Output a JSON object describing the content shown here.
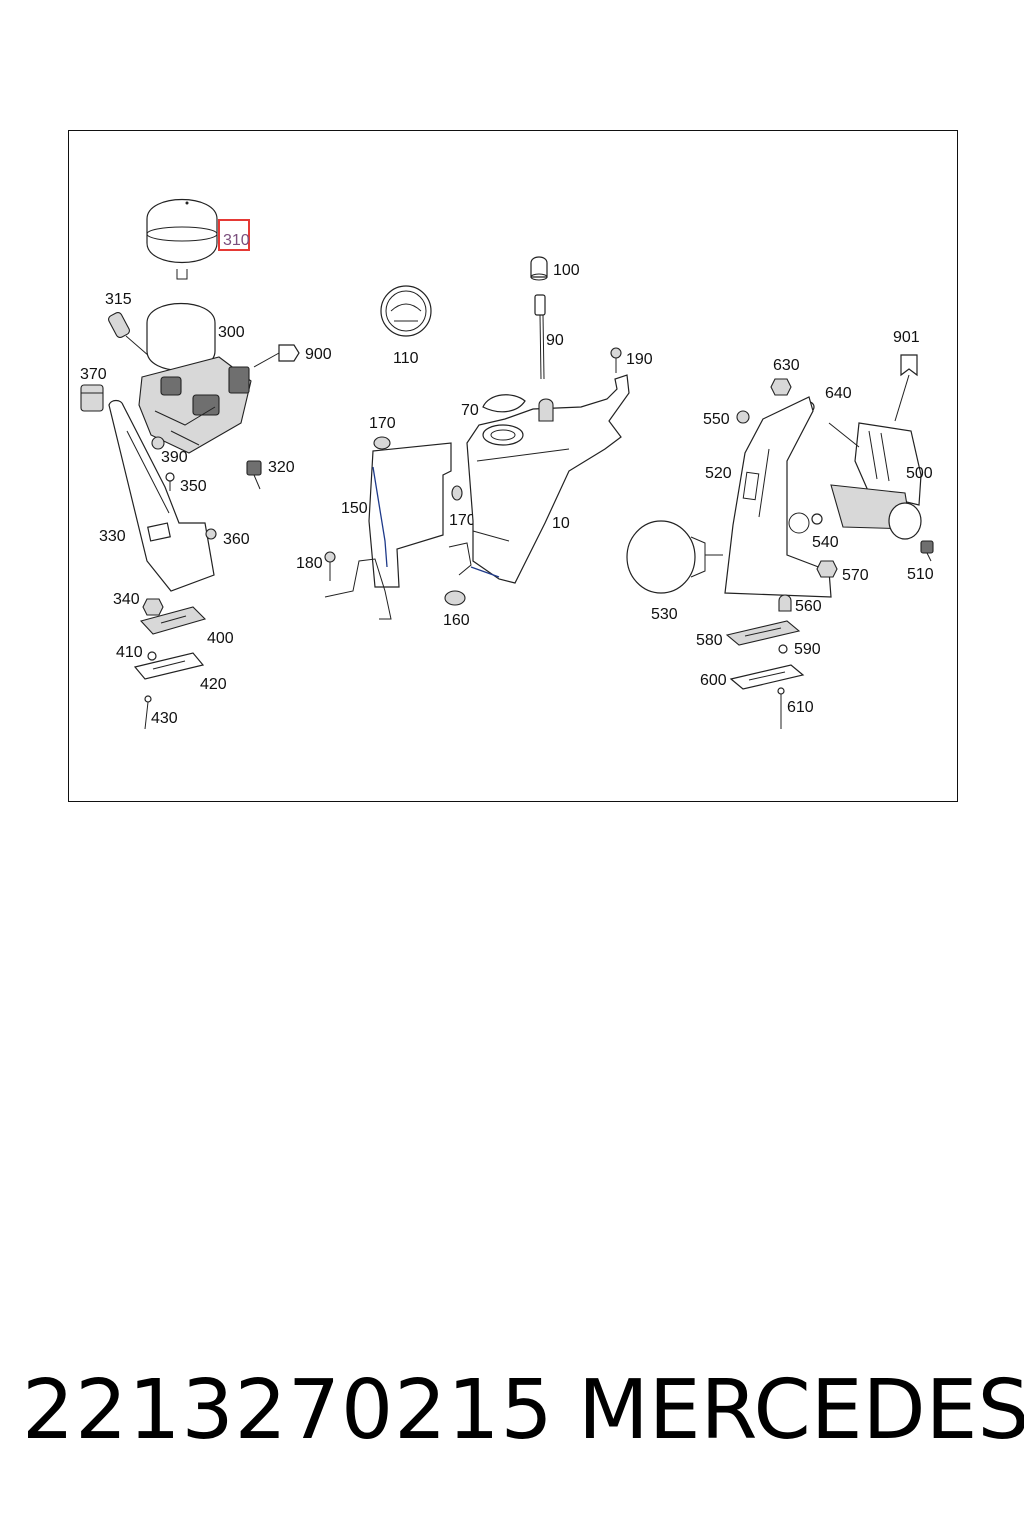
{
  "diagram": {
    "colors": {
      "frame": "#111111",
      "highlight_box": "#e53935",
      "highlight_text": "#7b4f7d",
      "accent_blue": "#1e3a8a"
    },
    "callouts": {
      "310": "310",
      "315": "315",
      "300": "300",
      "900": "900",
      "370": "370",
      "390": "390",
      "350": "350",
      "320": "320",
      "330": "330",
      "360": "360",
      "340": "340",
      "400": "400",
      "410": "410",
      "420": "420",
      "430": "430",
      "110": "110",
      "100": "100",
      "90": "90",
      "190": "190",
      "70": "70",
      "170a": "170",
      "170b": "170",
      "150": "150",
      "10": "10",
      "180": "180",
      "160": "160",
      "901": "901",
      "630": "630",
      "640": "640",
      "550": "550",
      "520": "520",
      "500": "500",
      "540": "540",
      "510": "510",
      "530": "530",
      "570": "570",
      "560": "560",
      "580": "580",
      "590": "590",
      "600": "600",
      "610": "610"
    },
    "highlighted_part": "310"
  },
  "footer": {
    "part_number": "2213270215",
    "brand": "MERCEDES"
  }
}
